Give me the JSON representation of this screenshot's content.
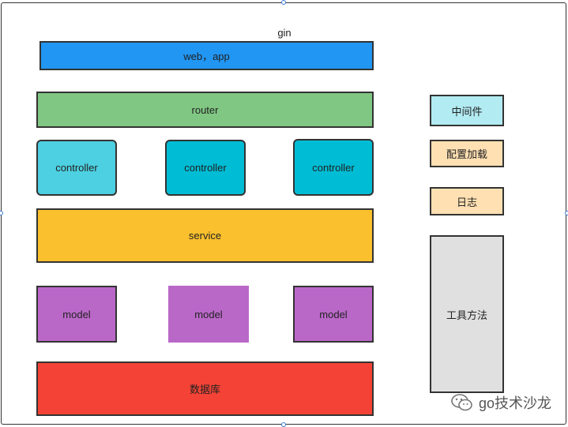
{
  "diagram": {
    "title": "gin",
    "layers": {
      "web": "web，app",
      "router": "router",
      "controllers": [
        "controller",
        "controller",
        "controller"
      ],
      "service": "service",
      "models": [
        "model",
        "model",
        "model"
      ],
      "database": "数据库"
    },
    "side": {
      "middleware": "中间件",
      "config": "配置加载",
      "log": "日志",
      "utils": "工具方法"
    }
  },
  "watermark": {
    "text": "go技术沙龙",
    "icon": "wechat-icon"
  },
  "colors": {
    "web": "#2196f3",
    "router": "#81c784",
    "controller_light": "#4dd0e1",
    "controller_dark": "#00bcd4",
    "service": "#fbc02d",
    "model": "#ba68c8",
    "database": "#f44336",
    "middleware": "#b2ebf2",
    "config": "#ffe0b2",
    "log": "#ffe0b2",
    "utils": "#e0e0e0"
  }
}
